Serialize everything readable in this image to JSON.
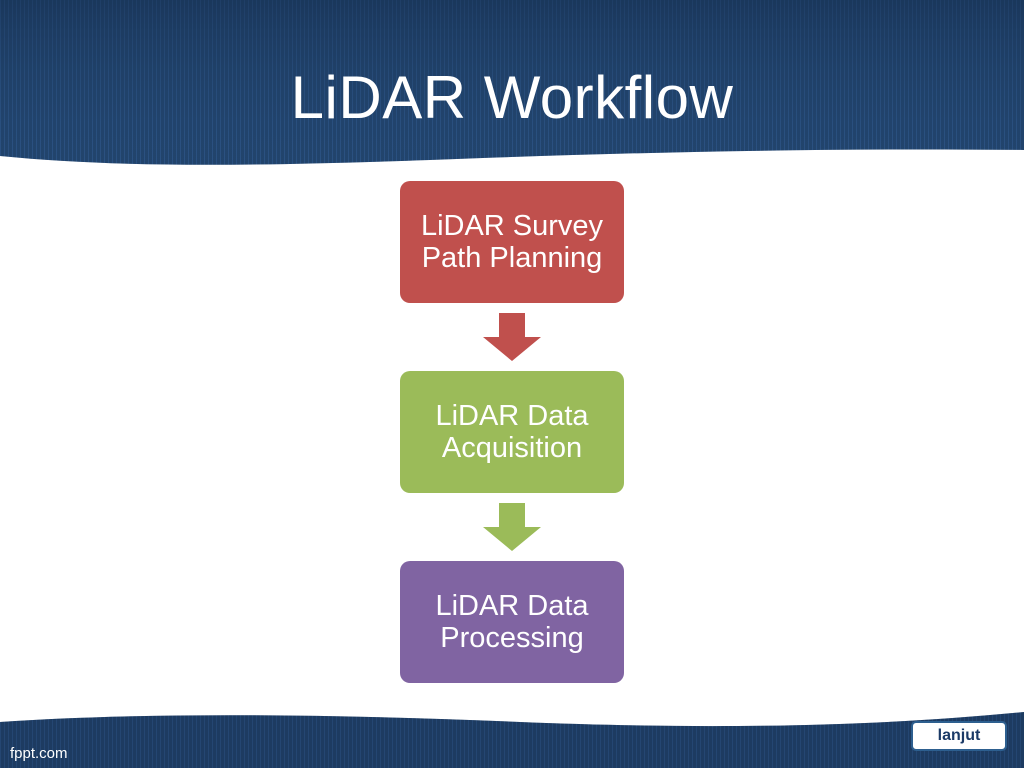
{
  "slide": {
    "title": "LiDAR Workflow"
  },
  "workflow": {
    "steps": [
      {
        "label": "LiDAR Survey\nPath Planning",
        "color": "#c0504d"
      },
      {
        "label": "LiDAR Data\nAcquisition",
        "color": "#9bbb59"
      },
      {
        "label": "LiDAR Data\nProcessing",
        "color": "#8064a2"
      }
    ],
    "arrow_colors": [
      "#c0504d",
      "#9bbb59"
    ]
  },
  "footer": {
    "brand": "fppt.com",
    "next_label": "lanjut"
  },
  "theme": {
    "background_navy": "#1e3d63",
    "content_white": "#ffffff"
  }
}
